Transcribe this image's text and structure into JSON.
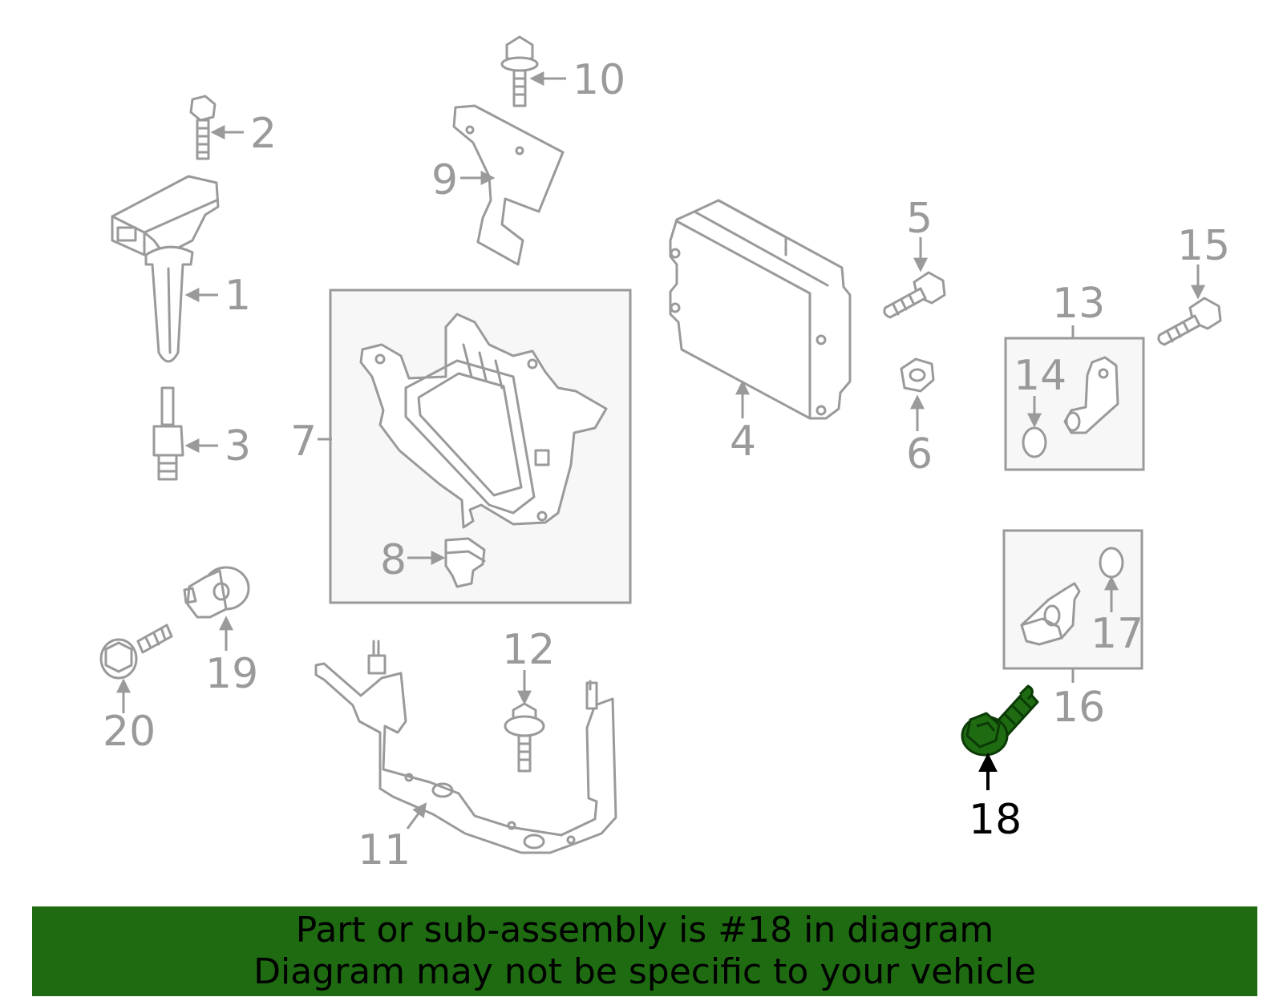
{
  "callouts": {
    "c1": "1",
    "c2": "2",
    "c3": "3",
    "c4": "4",
    "c5": "5",
    "c6": "6",
    "c7": "7",
    "c8": "8",
    "c9": "9",
    "c10": "10",
    "c11": "11",
    "c12": "12",
    "c13": "13",
    "c14": "14",
    "c15": "15",
    "c16": "16",
    "c17": "17",
    "c18": "18",
    "c19": "19",
    "c20": "20"
  },
  "highlighted_part": "18",
  "colors": {
    "highlight": "#1e6b12",
    "line": "#9a9a9a",
    "highlight_label": "#000000"
  },
  "banner": {
    "line1": "Part or sub-assembly is #18 in diagram",
    "line2": "Diagram may not be specific to your vehicle"
  }
}
